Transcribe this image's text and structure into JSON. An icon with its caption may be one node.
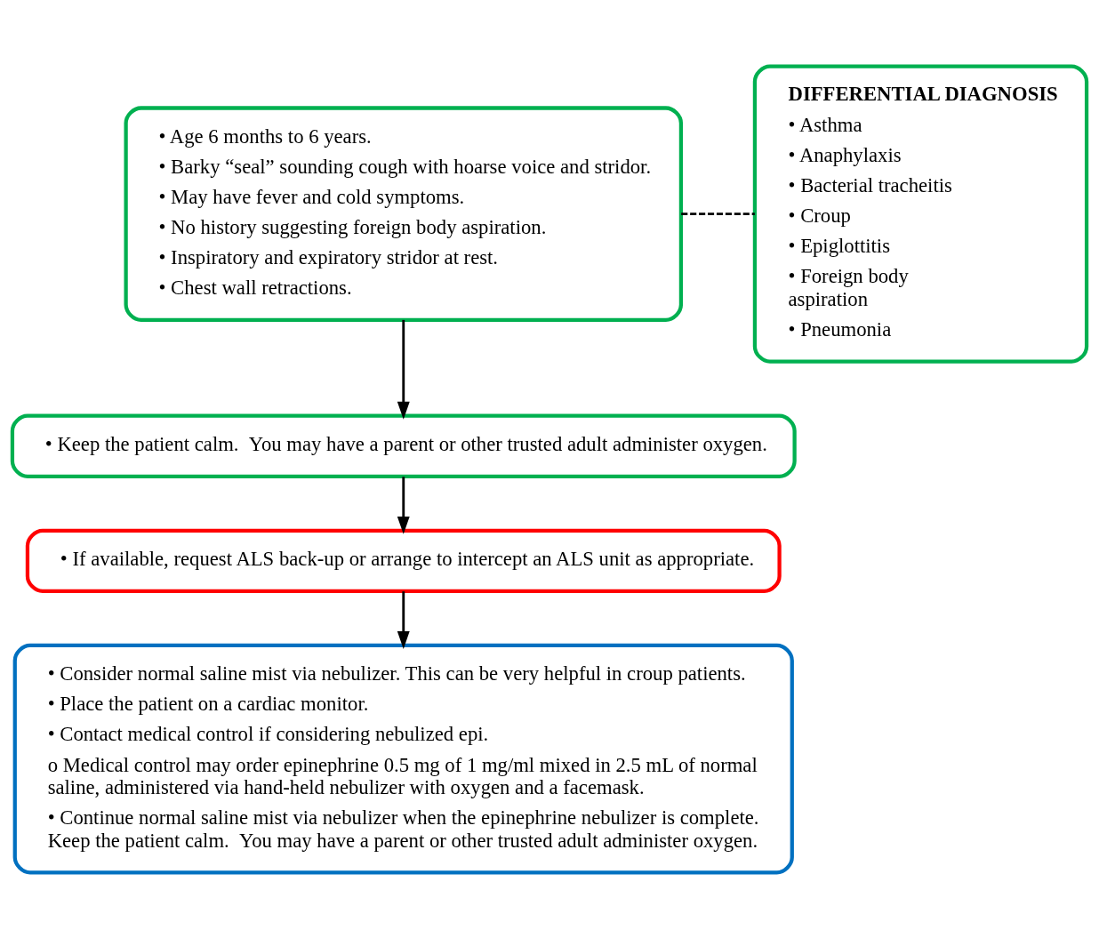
{
  "diagram": {
    "nodes": [
      {
        "text": [
          "• Age 6 months to 6 years.",
          "• Barky “seal” sounding cough with hoarse voice and stridor.",
          "• May have fever and cold symptoms.",
          "• No history suggesting foreign body aspiration.",
          "• Inspiratory and expiratory stridor at rest.",
          "• Chest wall retractions."
        ]
      },
      {
        "text": [
          "DIFFERENTIAL DIAGNOSIS",
          "• Asthma",
          "• Anaphylaxis",
          "• Bacterial tracheitis",
          "• Croup",
          "• Epiglottitis",
          "• Foreign body aspiration",
          "• Pneumonia"
        ]
      },
      {
        "text": [
          "• Keep the patient calm.  You may have a parent or other trusted adult administer oxygen."
        ]
      },
      {
        "text": [
          "• If available, request ALS back-up or arrange to intercept an ALS unit as appropriate."
        ]
      },
      {
        "text": [
          "• Consider normal saline mist via nebulizer. This can be very helpful in croup patients.",
          "• Place the patient on a cardiac monitor.",
          "• Contact medical control if considering nebulized epi.",
          "o Medical control may order epinephrine 0.5 mg of 1 mg/ml mixed in 2.5 mL of normal saline, administered via hand-held nebulizer with oxygen and a facemask.",
          "• Continue normal saline mist via nebulizer when the epinephrine nebulizer is complete. Keep the patient calm.  You may have a parent or other trusted adult administer oxygen."
        ]
      }
    ],
    "edges": [
      {
        "from": 0,
        "to": 1,
        "arrow": "none",
        "style": "dashed"
      },
      {
        "from": 0,
        "to": 2,
        "arrow": "to"
      },
      {
        "from": 2,
        "to": 3,
        "arrow": "to"
      },
      {
        "from": 3,
        "to": 4,
        "arrow": "to"
      }
    ]
  }
}
